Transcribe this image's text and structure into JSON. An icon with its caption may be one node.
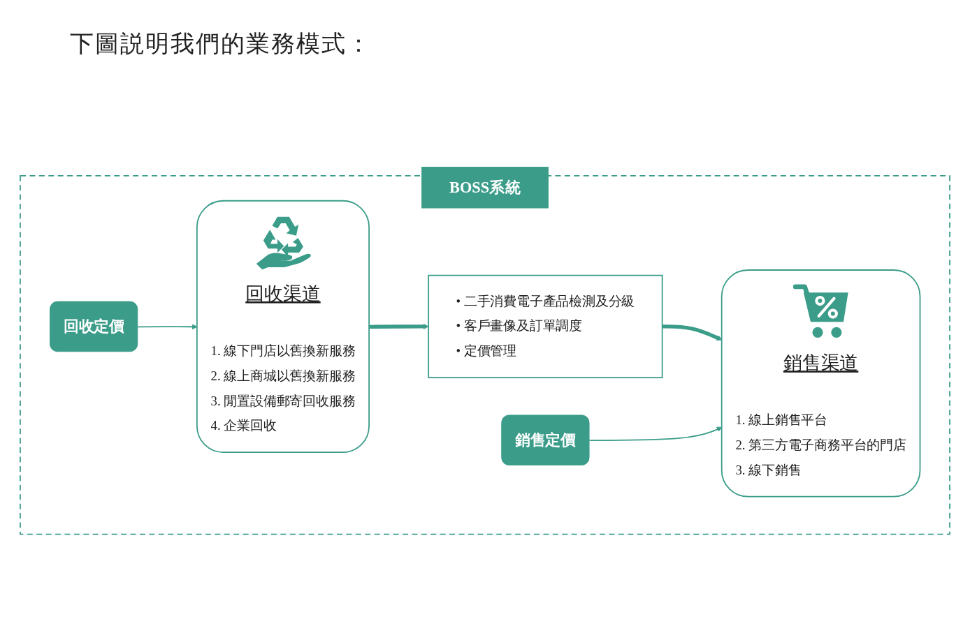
{
  "diagram": {
    "title": "下圖説明我們的業務模式：",
    "nodes": [
      {
        "text": [
          "BOSS系統"
        ]
      },
      {
        "text": [
          "回收渠道",
          "1. 線下門店以舊換新服務",
          "2. 線上商城以舊換新服務",
          "3. 閒置設備郵寄回收服務",
          "4. 企業回收"
        ],
        "in": 0
      },
      {
        "text": [
          "• 二手消費電子產品檢測及分級",
          "• 客戶畫像及訂單調度",
          "• 定價管理"
        ],
        "in": 0
      },
      {
        "text": [
          "銷售渠道",
          "1. 線上銷售平台",
          "2. 第三方電子商務平台的門店",
          "3. 線下銷售"
        ],
        "in": 0
      },
      {
        "text": [
          "回收定價"
        ],
        "in": 0
      },
      {
        "text": [
          "銷售定價"
        ],
        "in": 0
      }
    ],
    "edges": [
      {
        "from": 1,
        "to": 2,
        "arrow": "to",
        "style": "thick"
      },
      {
        "from": 2,
        "to": 3,
        "arrow": "to",
        "style": "thick"
      },
      {
        "from": 4,
        "to": 1,
        "arrow": "to"
      },
      {
        "from": 5,
        "to": 3,
        "arrow": "to"
      }
    ]
  }
}
